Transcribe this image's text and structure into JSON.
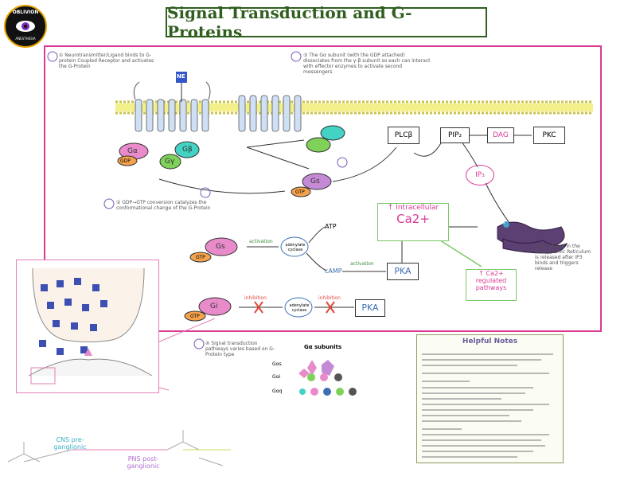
{
  "title": "Signal Transduction and G-Proteins",
  "logo": {
    "text_top": "OBLIVION",
    "text_bottom": "ANESTHESIA"
  },
  "labels": {
    "ne": "NE",
    "galpha": "Gα",
    "gbeta": "Gβ",
    "ggamma": "Gγ",
    "gdp": "GDP",
    "gtp": "GTP",
    "gs_act": "Gs",
    "gs": "Gs",
    "gi": "Gi",
    "plc": "PLCβ",
    "pip2": "PIP₂",
    "dag": "DAG",
    "pkc": "PKC",
    "ip3": "IP₃",
    "ca_title": "↑ Intracellular",
    "ca_val": "Ca2+",
    "ca_reg": "↑ Ca2+ regulated pathways",
    "atp": "ATP",
    "camp": "cAMP",
    "pka": "PKA",
    "pka2": "PKA",
    "activation1": "activation",
    "activation2": "activation",
    "inhibition1": "inhibition",
    "inhibition2": "inhibition",
    "adenylate1": "adenylate cyclase",
    "adenylate2": "adenylate cyclase",
    "er": "ER",
    "subunits": "Gα subunits",
    "gas": "Gαs",
    "gai": "Gαi",
    "gaq": "Gαq",
    "cns": "CNS pre-ganglionic",
    "pns": "PNS post-ganglionic"
  },
  "steps": {
    "s1": "① Neurotransmitter/Ligand binds to G-protein Coupled Receptor and activates the G-Protein",
    "s2": "② GDP→GTP conversion catalyzes the conformational change of the G-Protein",
    "s3": "③ The Gα subunit (with the GDP attached) dissociates from the γ-β subunit so each can interact with effector enzymes to activate second messengers",
    "s4": "④ Signal transduction pathways varies based on G-Protein type",
    "er_note": "Ca2+ stored in the Endoplasmic Reticulum is released after IP3 binds and triggers release"
  },
  "notes": {
    "title": "Helpful Notes"
  }
}
